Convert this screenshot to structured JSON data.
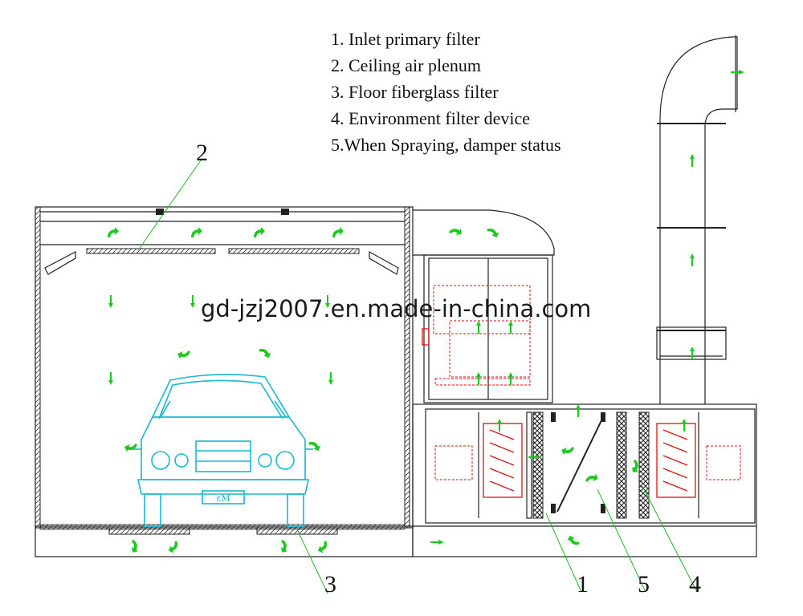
{
  "legend": {
    "items": [
      "1. Inlet primary filter",
      "2. Ceiling air plenum",
      "3. Floor fiberglass filter",
      "4. Environment filter device",
      "5.When Spraying, damper status"
    ]
  },
  "callouts": {
    "c1": "1",
    "c2": "2",
    "c3": "3",
    "c4": "4",
    "c5": "5"
  },
  "watermark": "gd-jzj2007.en.made-in-china.com",
  "car_badge": "εM",
  "colors": {
    "outline": "#222222",
    "car": "#18b8d0",
    "airflow_arrows": "#1ec81e",
    "fan_motor": "#e01010"
  }
}
